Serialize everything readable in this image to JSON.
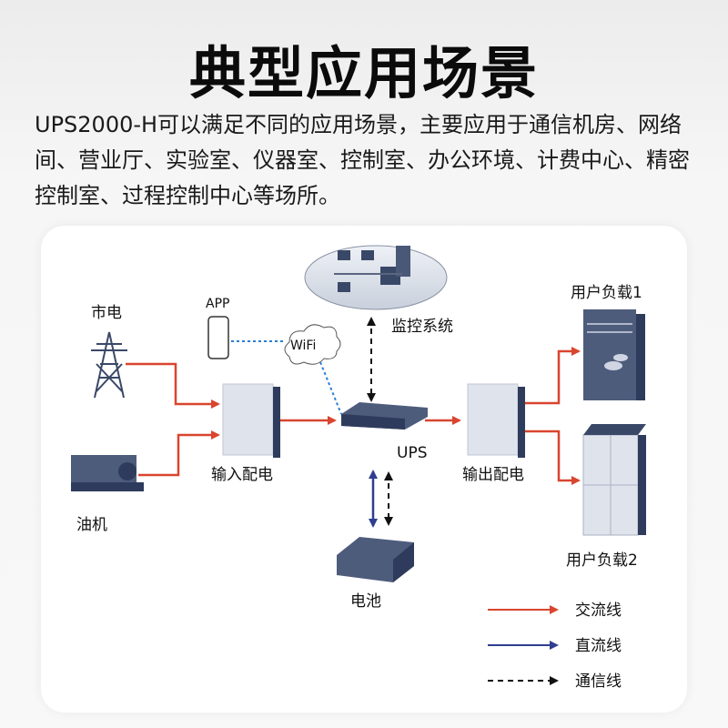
{
  "header": {
    "title": "典型应用场景",
    "description": "UPS2000-H可以满足不同的应用场景，主要应用于通信机房、网络间、营业厅、实验室、仪器室、控制室、办公环境、计费中心、精密控制室、过程控制中心等场所。"
  },
  "diagram": {
    "nodes": {
      "grid": "市电",
      "generator": "油机",
      "app": "APP",
      "wifi": "WiFi",
      "monitoring": "监控系统",
      "input_pdu": "输入配电",
      "ups": "UPS",
      "output_pdu": "输出配电",
      "battery": "电池",
      "load1": "用户负载1",
      "load2": "用户负载2"
    },
    "legend": [
      {
        "label": "交流线",
        "style": "solid",
        "color": "#d9452f"
      },
      {
        "label": "直流线",
        "style": "solid",
        "color": "#2f3e8f"
      },
      {
        "label": "通信线",
        "style": "dashed",
        "color": "#111111"
      }
    ],
    "colors": {
      "ac": "#d9452f",
      "dc": "#2f3e8f",
      "comm": "#111111",
      "wifi_link": "#2a7fd4",
      "device_dark": "#2e3b5c",
      "device_light": "#dfe3ec"
    }
  }
}
